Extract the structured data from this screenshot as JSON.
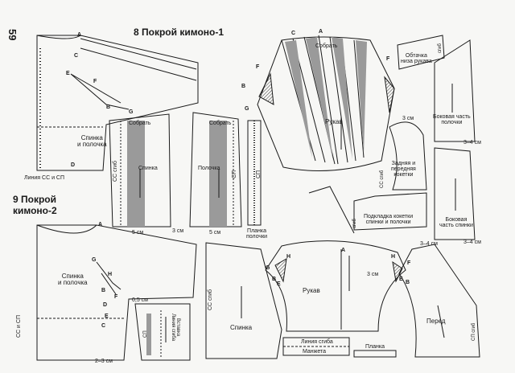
{
  "page_number": "59",
  "section_8": {
    "title": "8 Покрой кимоно-1"
  },
  "section_9": {
    "title_line1": "9 Покрой",
    "title_line2": "кимоно-2"
  },
  "points": {
    "A": "A",
    "B": "B",
    "C": "C",
    "D": "D",
    "E": "E",
    "F": "F",
    "G": "G",
    "H": "H"
  },
  "labels": {
    "back_and_front": "Спинка\nи полочка",
    "line_cc_sp": "Линия СС и СП",
    "back": "Спинка",
    "front_half": "Полочка",
    "gather": "Собрать",
    "cc_fold": "СС сгиб",
    "sp": "СП",
    "placket": "Планка\nполочки",
    "five_cm": "5 см",
    "three_cm": "3 см",
    "sleeve": "Рукав",
    "sleeve_facing": "Обтачка\nниза рукава",
    "fold": "сгиб",
    "side_front": "Боковая часть\nполочки",
    "three_four_cm": "3–4 см",
    "yoke_back_front": "Задняя и\nпередняя\nкокетки",
    "yoke_lining": "Подкладка кокетки\nспинки и полочки",
    "side_back": "Боковая\nчасть спинки",
    "half_cm": "0,5 см",
    "insert_fold": "Вставка\nЛиния сгиба",
    "fold_line": "Линия сгиба",
    "cuff": "Манжета",
    "placket2": "Планка",
    "front": "Перед",
    "sp_fold": "СП сгиб",
    "cc_sp": "СС и СП",
    "two_three_cm": "2–3 см"
  },
  "colors": {
    "ink": "#1a1a1a",
    "paper": "#f7f7f5",
    "shade": "#9a9a9a"
  }
}
